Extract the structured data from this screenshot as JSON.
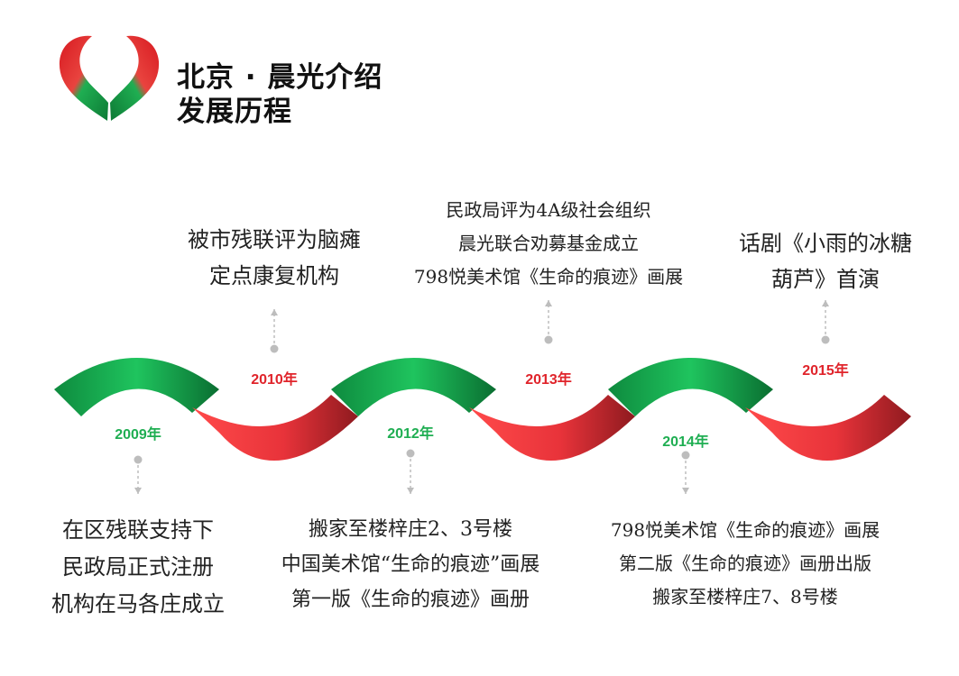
{
  "header": {
    "title_line1": "北京 · 晨光介绍",
    "title_line2": "发展历程"
  },
  "colors": {
    "green": "#1fae52",
    "red": "#e0242b",
    "text": "#222222",
    "arrow": "#bdbdbd"
  },
  "timeline": [
    {
      "year": "2009年",
      "color": "green",
      "position": "below",
      "lines": [
        "在区残联支持下",
        "民政局正式注册",
        "机构在马各庄成立"
      ]
    },
    {
      "year": "2010年",
      "color": "red",
      "position": "above",
      "lines": [
        "被市残联评为脑瘫",
        "定点康复机构"
      ]
    },
    {
      "year": "2012年",
      "color": "green",
      "position": "below",
      "lines": [
        "搬家至楼梓庄2、3号楼",
        "中国美术馆“生命的痕迹”画展",
        "第一版《生命的痕迹》画册"
      ]
    },
    {
      "year": "2013年",
      "color": "red",
      "position": "above",
      "lines": [
        "民政局评为4A级社会组织",
        "晨光联合劝募基金成立",
        "798悦美术馆《生命的痕迹》画展"
      ]
    },
    {
      "year": "2014年",
      "color": "green",
      "position": "below",
      "lines": [
        "798悦美术馆《生命的痕迹》画展",
        "第二版《生命的痕迹》画册出版",
        "搬家至楼梓庄7、8号楼"
      ]
    },
    {
      "year": "2015年",
      "color": "red",
      "position": "above",
      "lines": [
        "话剧《小雨的冰糖",
        "葫芦》首演"
      ]
    }
  ]
}
